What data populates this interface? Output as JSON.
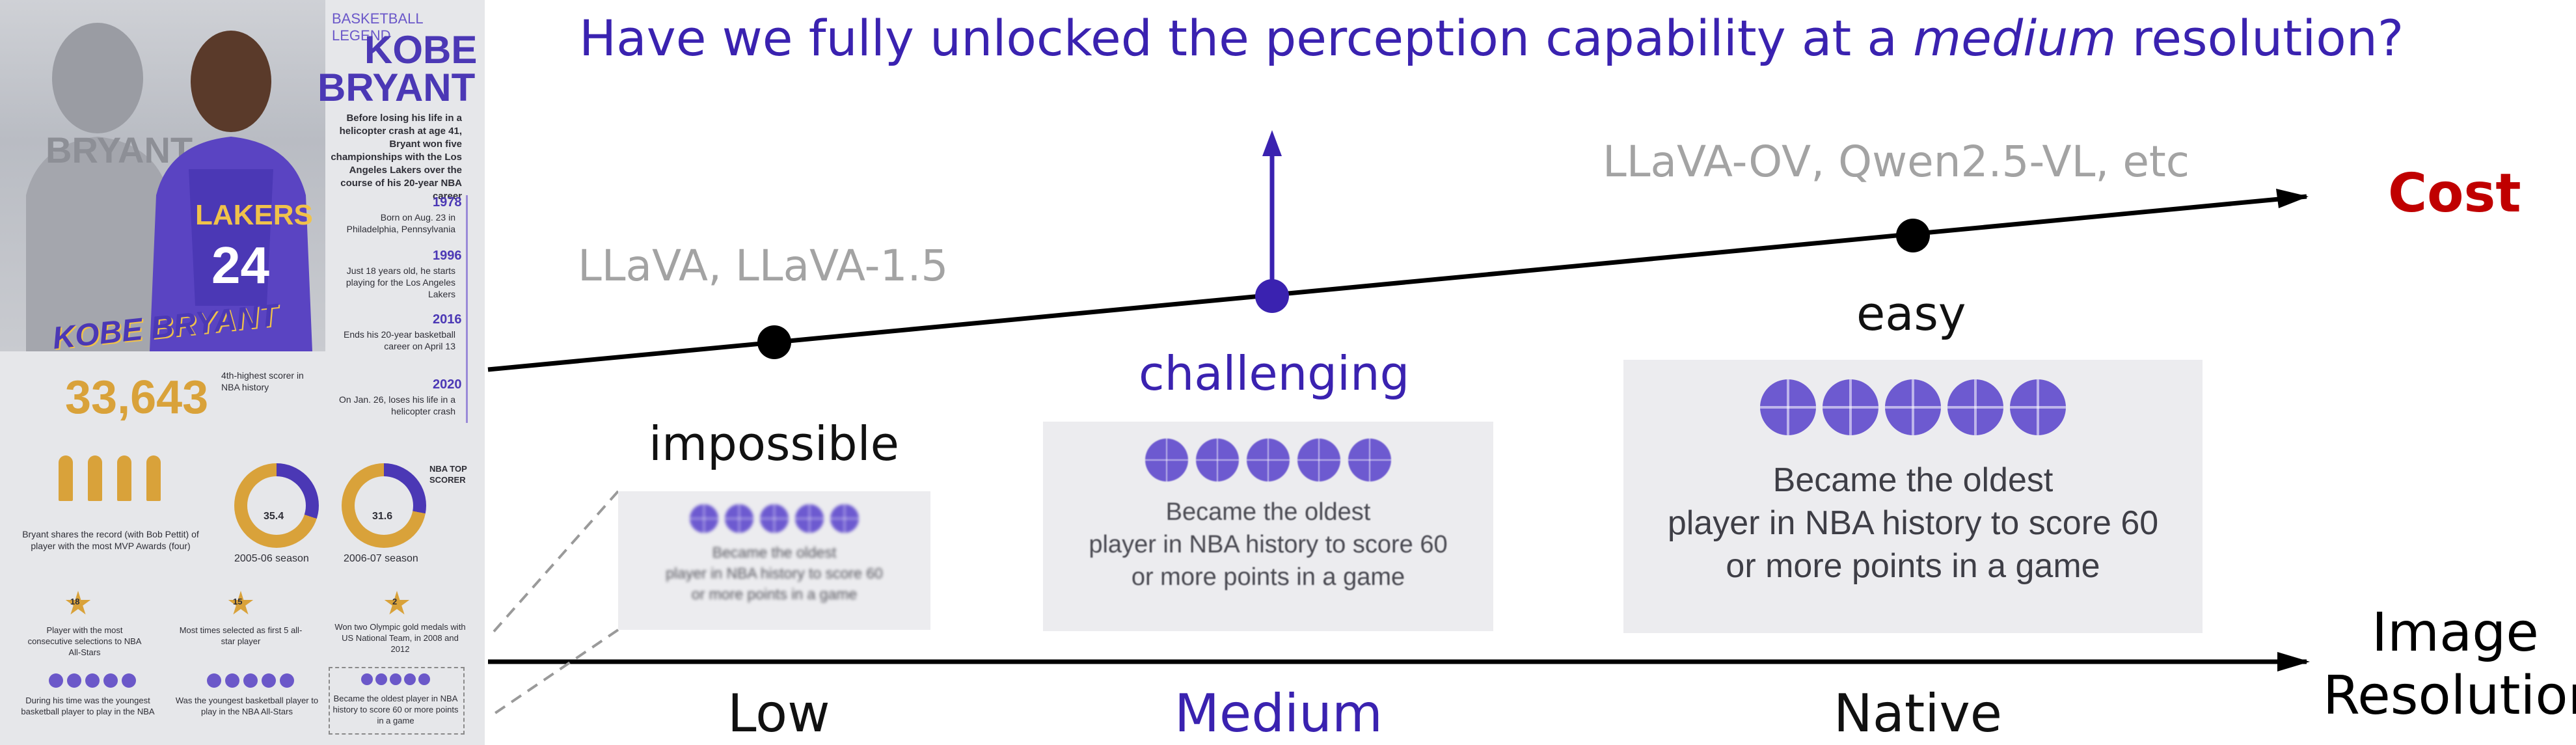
{
  "title": {
    "pre": "Have we fully unlocked the perception capability at a ",
    "em": "medium",
    "post": " resolution?"
  },
  "axes": {
    "cost_label": "Cost",
    "resolution_label_1": "Image",
    "resolution_label_2": "Resolution",
    "resolution_ticks": [
      "Low",
      "Medium",
      "Native"
    ]
  },
  "models": {
    "low": "LLaVA, LLaVA-1.5",
    "native": "LLaVA-OV, Qwen2.5-VL, etc"
  },
  "difficulty": {
    "low": "impossible",
    "medium": "challenging",
    "native": "easy"
  },
  "crop_text": {
    "line1": "Became the oldest",
    "line2": "player in NBA history to score 60",
    "line3": "or more points in a game"
  },
  "colors": {
    "accent": "#3a22b0",
    "cost": "#c00000",
    "gray": "#a3a3a3",
    "black": "#000000"
  },
  "infographic": {
    "kicker": "BASKETBALL LEGEND",
    "name1": "KOBE",
    "name2": "BRYANT",
    "intro": "Before losing his life in a helicopter crash at age 41, Bryant won five championships with the Los Angeles Lakers over the course of his 20-year NBA career",
    "timeline": [
      {
        "year": "1978",
        "text": "Born on Aug. 23 in Philadelphia, Pennsylvania"
      },
      {
        "year": "1996",
        "text": "Just 18 years old, he starts playing for the Los Angeles Lakers"
      },
      {
        "year": "2016",
        "text": "Ends his 20-year basketball career on April 13"
      },
      {
        "year": "2020",
        "text": "On Jan. 26, loses his life in a helicopter crash"
      }
    ],
    "signature_name": "KOBE BRYANT",
    "points": "33,643",
    "points_caption": "4th-highest scorer in NBA history",
    "mvp_text": "Bryant shares the record (with Bob Pettit) of player with the most MVP Awards (four)",
    "top_scorer": "NBA TOP SCORER",
    "season1_value": "35.4",
    "season1_label": "2005-06 season",
    "season2_value": "31.6",
    "season2_label": "2006-07 season",
    "stars": [
      {
        "num": "18",
        "text": "Player with the most consecutive selections to NBA All-Stars"
      },
      {
        "num": "15",
        "text": "Most times selected as first 5 all-star player"
      },
      {
        "num": "2",
        "text": "Won two Olympic gold medals with US National Team, in 2008 and 2012"
      }
    ],
    "facts": [
      "During his time was the youngest basketball player to play in the NBA",
      "Was the youngest basketball player to play in the NBA All-Stars",
      "Became the oldest player in NBA history to score 60 or more points in a game"
    ]
  }
}
